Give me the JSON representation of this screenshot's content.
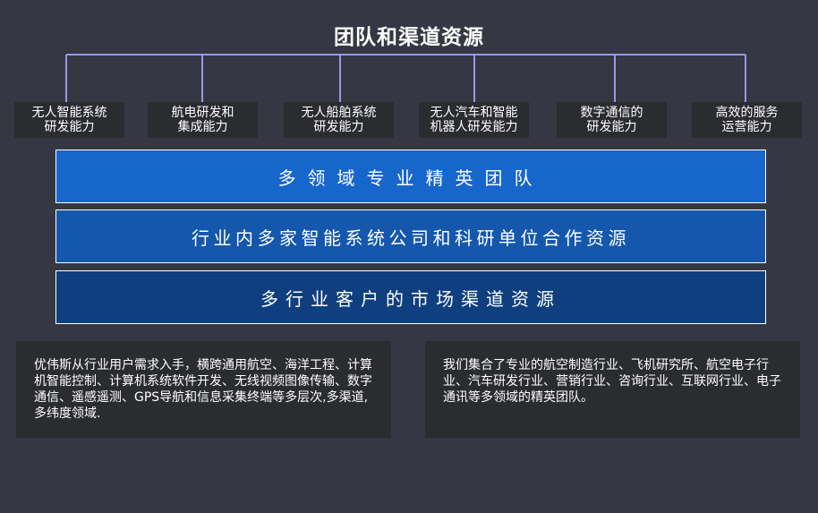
{
  "title": "团队和渠道资源",
  "capabilities": [
    "无人智能系统\n研发能力",
    "航电研发和\n集成能力",
    "无人船舶系统\n研发能力",
    "无人汽车和智能\n机器人研发能力",
    "数字通信的\n研发能力",
    "高效的服务\n运营能力"
  ],
  "tiers": [
    "多领域专业精英团队",
    "行业内多家智能系统公司和科研单位合作资源",
    "多行业客户的市场渠道资源"
  ],
  "descriptions": [
    "优伟斯从行业用户需求入手，横跨通用航空、海洋工程、计算机智能控制、计算机系统软件开发、无线视频图像传输、数字通信、遥感遥测、GPS导航和信息采集终端等多层次,多渠道,多纬度领域.",
    "我们集合了专业的航空制造行业、飞机研究所、航空电子行业、汽车研发行业、营销行业、咨询行业、互联网行业、电子通讯等多领域的精英团队。"
  ],
  "colors": {
    "background": "#353742",
    "box": "#2b2c30",
    "connector": "#9a98e8",
    "tier1": "#1766cc",
    "tier2": "#1457ad",
    "tier3": "#0f3f7e"
  }
}
